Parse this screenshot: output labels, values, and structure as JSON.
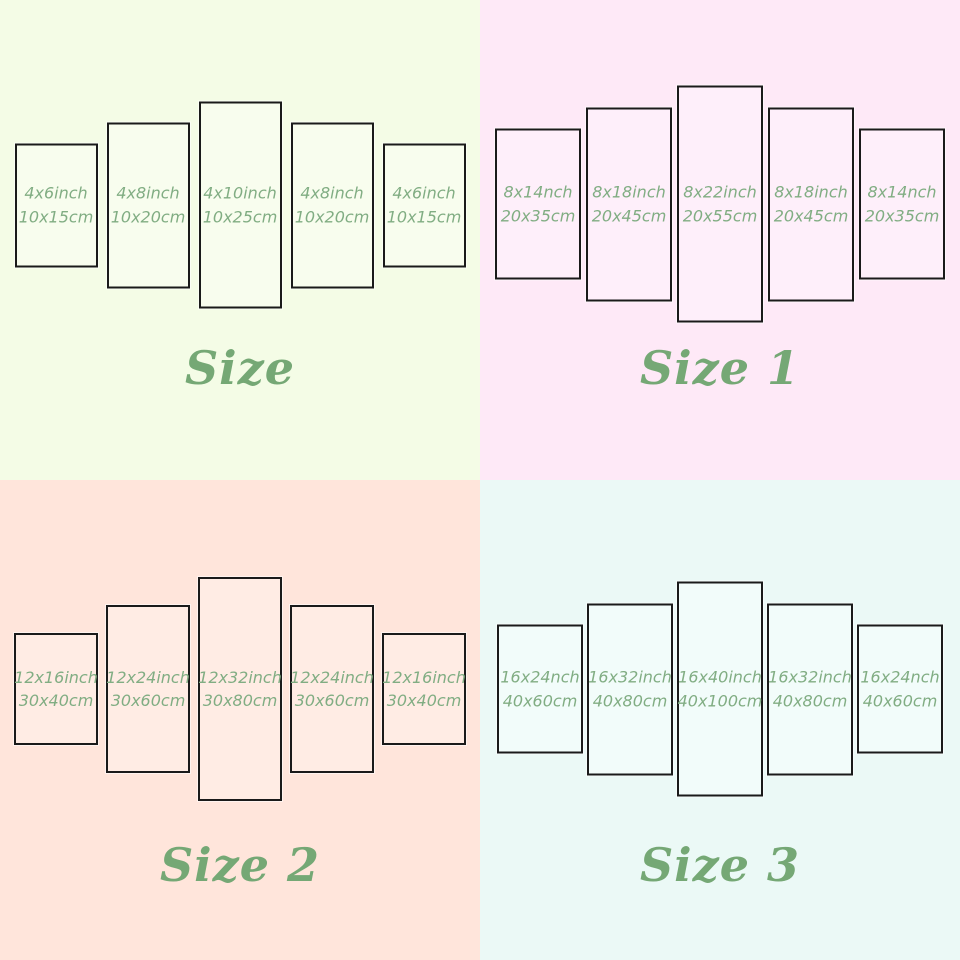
{
  "colors": {
    "quadrant_bg_size": "#f4fce6",
    "quadrant_bg_size_1": "#fee9f7",
    "quadrant_bg_size_2": "#ffe5db",
    "quadrant_bg_size_3": "#ebf9f6",
    "panel_border": "#1a1a1a",
    "title_text": "#75a875",
    "label_text": "#81ad83"
  },
  "quadrants": [
    {
      "title": "Size",
      "panels": [
        {
          "inch": "4x6inch",
          "cm": "10x15cm"
        },
        {
          "inch": "4x8inch",
          "cm": "10x20cm"
        },
        {
          "inch": "4x10inch",
          "cm": "10x25cm"
        },
        {
          "inch": "4x8inch",
          "cm": "10x20cm"
        },
        {
          "inch": "4x6inch",
          "cm": "10x15cm"
        }
      ]
    },
    {
      "title": "Size 1",
      "panels": [
        {
          "inch": "8x14nch",
          "cm": "20x35cm"
        },
        {
          "inch": "8x18inch",
          "cm": "20x45cm"
        },
        {
          "inch": "8x22inch",
          "cm": "20x55cm"
        },
        {
          "inch": "8x18inch",
          "cm": "20x45cm"
        },
        {
          "inch": "8x14nch",
          "cm": "20x35cm"
        }
      ]
    },
    {
      "title": "Size 2",
      "panels": [
        {
          "inch": "12x16inch",
          "cm": "30x40cm"
        },
        {
          "inch": "12x24inch",
          "cm": "30x60cm"
        },
        {
          "inch": "12x32inch",
          "cm": "30x80cm"
        },
        {
          "inch": "12x24inch",
          "cm": "30x60cm"
        },
        {
          "inch": "12x16inch",
          "cm": "30x40cm"
        }
      ]
    },
    {
      "title": "Size 3",
      "panels": [
        {
          "inch": "16x24nch",
          "cm": "40x60cm"
        },
        {
          "inch": "16x32inch",
          "cm": "40x80cm"
        },
        {
          "inch": "16x40inch",
          "cm": "40x100cm"
        },
        {
          "inch": "16x32inch",
          "cm": "40x80cm"
        },
        {
          "inch": "16x24nch",
          "cm": "40x60cm"
        }
      ]
    }
  ]
}
